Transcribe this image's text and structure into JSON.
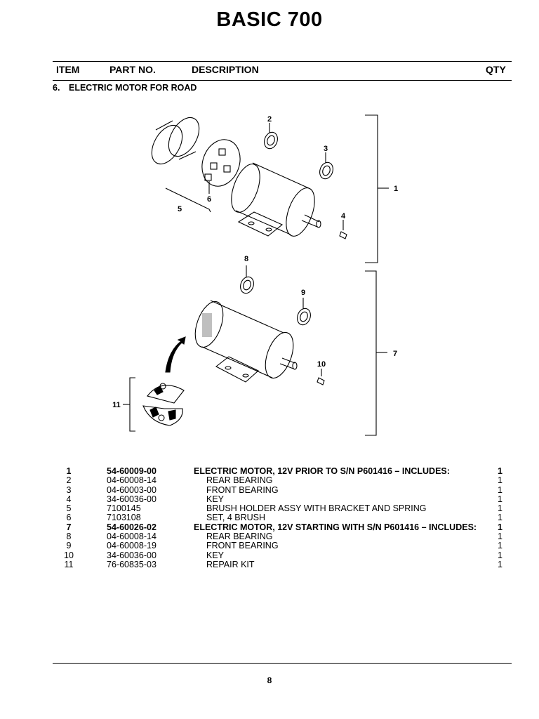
{
  "title": "BASIC 700",
  "headers": {
    "item": "ITEM",
    "part_no": "PART NO.",
    "description": "DESCRIPTION",
    "qty": "QTY"
  },
  "section": {
    "number": "6.",
    "name": "ELECTRIC MOTOR FOR ROAD"
  },
  "callouts": [
    "1",
    "2",
    "3",
    "4",
    "5",
    "6",
    "7",
    "8",
    "9",
    "10",
    "11"
  ],
  "parts": [
    {
      "item": "1",
      "part_no": "54-60009-00",
      "description": "ELECTRIC MOTOR, 12V PRIOR TO S/N P601416 – INCLUDES:",
      "qty": "1",
      "bold": true
    },
    {
      "item": "2",
      "part_no": "04-60008-14",
      "description": "REAR BEARING",
      "qty": "1",
      "bold": false
    },
    {
      "item": "3",
      "part_no": "04-60003-00",
      "description": "FRONT BEARING",
      "qty": "1",
      "bold": false
    },
    {
      "item": "4",
      "part_no": "34-60036-00",
      "description": "KEY",
      "qty": "1",
      "bold": false
    },
    {
      "item": "5",
      "part_no": "7100145",
      "description": "BRUSH HOLDER ASSY WITH BRACKET AND SPRING",
      "qty": "1",
      "bold": false
    },
    {
      "item": "6",
      "part_no": "7103108",
      "description": "SET, 4 BRUSH",
      "qty": "1",
      "bold": false
    },
    {
      "item": "7",
      "part_no": "54-60026-02",
      "description": "ELECTRIC MOTOR, 12V STARTING WITH S/N P601416 – INCLUDES:",
      "qty": "1",
      "bold": true
    },
    {
      "item": "8",
      "part_no": "04-60008-14",
      "description": "REAR BEARING",
      "qty": "1",
      "bold": false
    },
    {
      "item": "9",
      "part_no": "04-60008-19",
      "description": "FRONT BEARING",
      "qty": "1",
      "bold": false
    },
    {
      "item": "10",
      "part_no": "34-60036-00",
      "description": "KEY",
      "qty": "1",
      "bold": false
    },
    {
      "item": "11",
      "part_no": "76-60835-03",
      "description": "REPAIR KIT",
      "qty": "1",
      "bold": false
    }
  ],
  "page_number": "8"
}
